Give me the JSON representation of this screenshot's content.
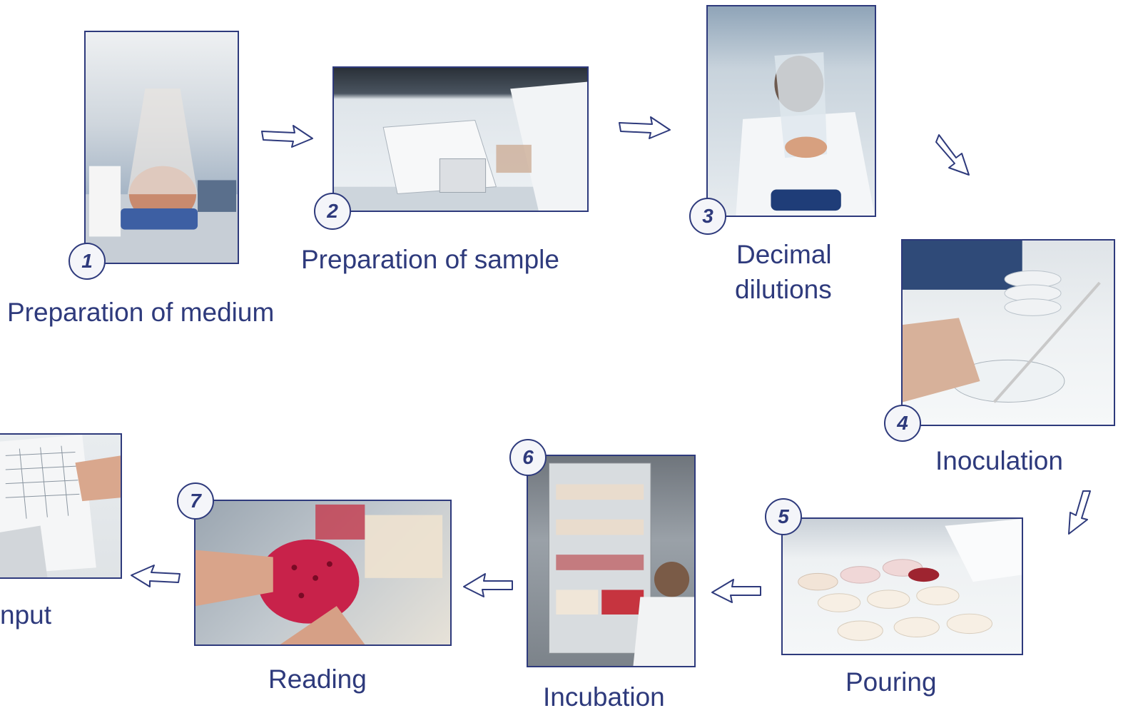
{
  "steps": [
    {
      "number": "1",
      "label": "Preparation of medium"
    },
    {
      "number": "2",
      "label": "Preparation of sample"
    },
    {
      "number": "3",
      "label_line1": "Decimal",
      "label_line2": "dilutions"
    },
    {
      "number": "4",
      "label": "Inoculation"
    },
    {
      "number": "5",
      "label": "Pouring"
    },
    {
      "number": "6",
      "label": "Incubation"
    },
    {
      "number": "7",
      "label": "Reading"
    },
    {
      "label": "nput"
    }
  ],
  "colors": {
    "accent": "#2e3a7c",
    "arrow_fill": "#ffffff"
  },
  "icons": [
    "lab-photo",
    "flow-arrow-icon"
  ]
}
